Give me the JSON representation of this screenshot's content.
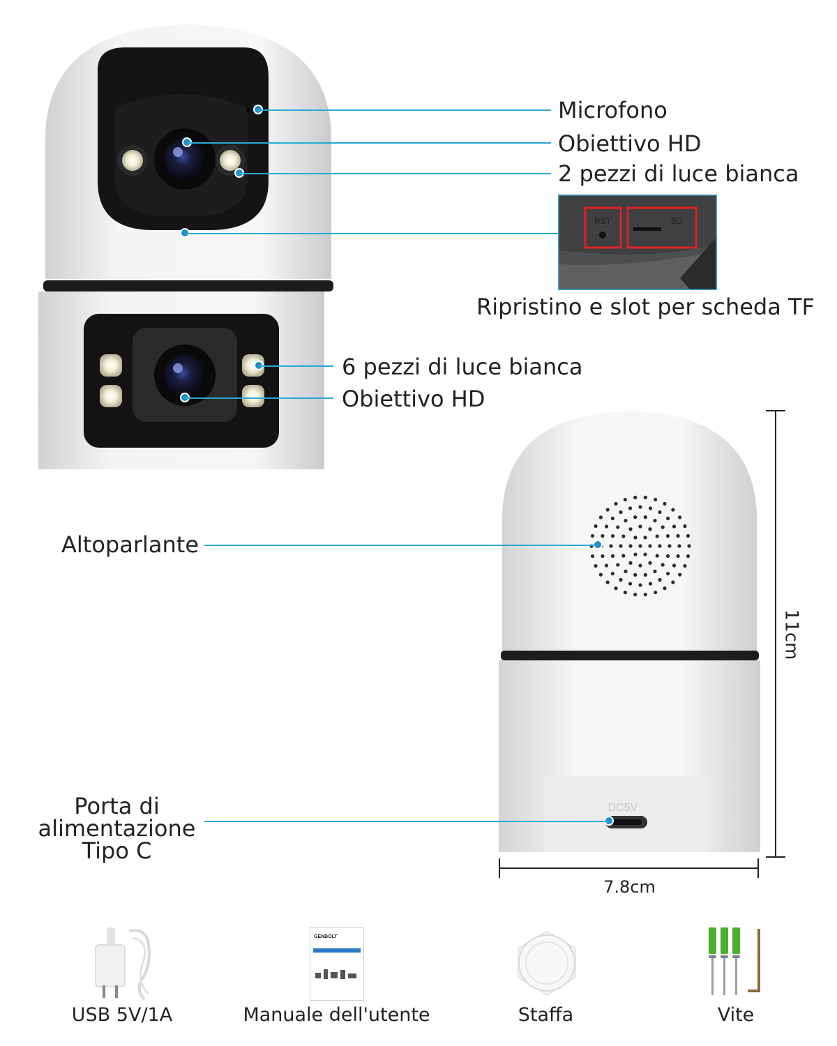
{
  "callouts": {
    "microphone": "Microfono",
    "lens_top": "Obiettivo HD",
    "white_light_top": "2 pezzi di luce bianca",
    "reset_tf": "Ripristino e slot per scheda TF",
    "white_light_bottom": "6 pezzi di luce bianca",
    "lens_bottom": "Obiettivo HD",
    "speaker": "Altoparlante",
    "power_port_line1": "Porta di",
    "power_port_line2": "alimentazione",
    "power_port_line3": "Tipo C"
  },
  "inset": {
    "rst": "RST",
    "sd": "SD"
  },
  "device_marking": "DC5V",
  "manual_brand": "GENBOLT",
  "dimensions": {
    "height": "11cm",
    "width": "7.8cm"
  },
  "accessories": [
    {
      "label": "USB 5V/1A",
      "icon": "usb-charger-icon"
    },
    {
      "label": "Manuale dell'utente",
      "icon": "user-manual-icon"
    },
    {
      "label": "Staffa",
      "icon": "bracket-icon"
    },
    {
      "label": "Vite",
      "icon": "screws-icon"
    }
  ],
  "colors": {
    "callout_line": "#29a9d6",
    "highlight_box": "#e02020",
    "inset_border": "#3aa6d6"
  }
}
